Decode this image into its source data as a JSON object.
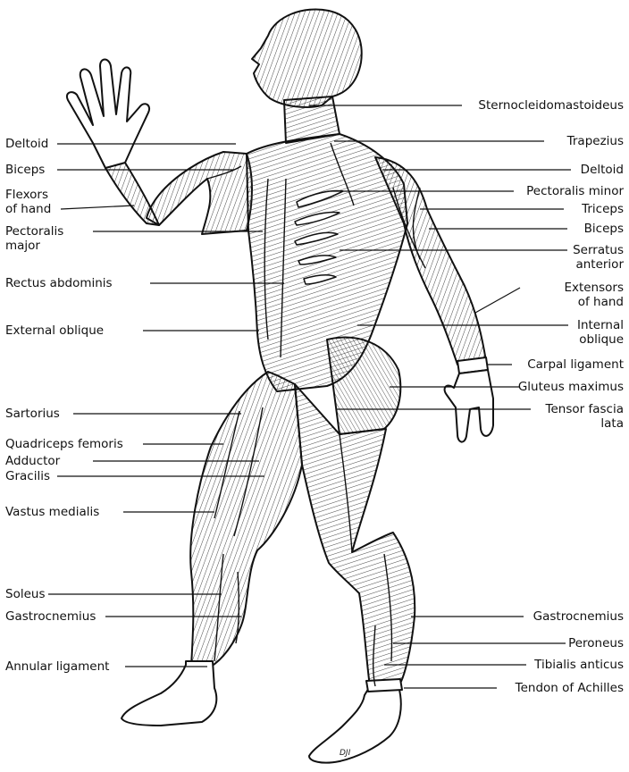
{
  "labels": {
    "left": [
      "Deltoid",
      "Biceps",
      "Flexors of hand",
      "Pectoralis major",
      "Rectus abdominis",
      "External oblique",
      "Sartorius",
      "Quadriceps femoris",
      "Adductor",
      "Gracilis",
      "Vastus medialis",
      "Soleus",
      "Gastrocnemius",
      "Annular ligament"
    ],
    "left_split": {
      "flexors": [
        "Flexors",
        "of hand"
      ],
      "pectoralis": [
        "Pectoralis",
        "major"
      ]
    },
    "right": [
      "Sternocleidomastoideus",
      "Trapezius",
      "Deltoid",
      "Pectoralis minor",
      "Triceps",
      "Biceps",
      "Serratus anterior",
      "Extensors of hand",
      "Internal oblique",
      "Carpal ligament",
      "Gluteus maximus",
      "Tensor fascia lata",
      "Gastrocnemius",
      "Peroneus",
      "Tibialis anticus",
      "Tendon of Achilles"
    ],
    "right_split": {
      "serratus": [
        "Serratus",
        "anterior"
      ],
      "extensors": [
        "Extensors",
        "of hand"
      ],
      "internal": [
        "Internal",
        "oblique"
      ],
      "tensor": [
        "Tensor fascia",
        "lata"
      ]
    }
  },
  "signature": "DJI"
}
